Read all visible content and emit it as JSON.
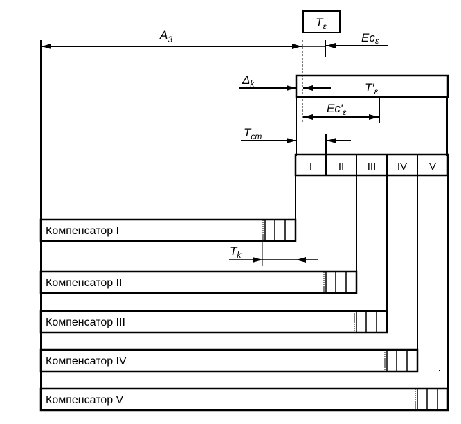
{
  "diagram": {
    "labels": {
      "a3": {
        "main": "A",
        "sub": "3"
      },
      "t_eps": {
        "main": "T",
        "sub": "ε"
      },
      "ec_eps": {
        "main": "Ec",
        "sub": "ε"
      },
      "delta_k": {
        "main": "Δ",
        "sub": "k"
      },
      "t_eps_prime": {
        "main": "T′",
        "sub": "ε"
      },
      "ec_eps_prime": {
        "main": "Ec′",
        "sub": "ε"
      },
      "t_st": {
        "main": "T",
        "sub": "ст"
      },
      "t_k": {
        "main": "T",
        "sub": "k"
      }
    },
    "stages": [
      "I",
      "II",
      "III",
      "IV",
      "V"
    ],
    "compensators": [
      "Компенсатор I",
      "Компенсатор II",
      "Компенсатор III",
      "Компенсатор IV",
      "Компенсатор V"
    ]
  }
}
